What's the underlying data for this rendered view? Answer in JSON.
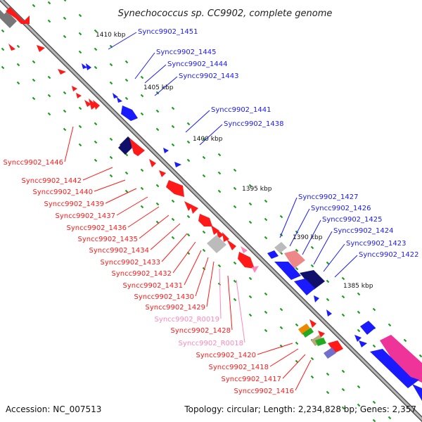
{
  "title": "Synechococcus sp. CC9902, complete genome",
  "footer": {
    "accession": "Accession: NC_007513",
    "topology": "Topology: circular; Length: 2,234,828 bp; Genes: 2,357"
  },
  "colors": {
    "forward_gene": "#1a1aff",
    "reverse_gene": "#ff1a1a",
    "rna_gene": "#ff88bb",
    "backbone": "#888888",
    "tick": "#229922"
  },
  "scale_labels": [
    "1410 kbp",
    "1405 kbp",
    "1400 kbp",
    "1395 kbp",
    "1390 kbp",
    "1385 kbp"
  ],
  "forward_labels": [
    "Syncc9902_1451",
    "Syncc9902_1445",
    "Syncc9902_1444",
    "Syncc9902_1443",
    "Syncc9902_1441",
    "Syncc9902_1438",
    "Syncc9902_1427",
    "Syncc9902_1426",
    "Syncc9902_1425",
    "Syncc9902_1424",
    "Syncc9902_1423",
    "Syncc9902_1422"
  ],
  "reverse_labels": [
    "Syncc9902_1446",
    "Syncc9902_1442",
    "Syncc9902_1440",
    "Syncc9902_1439",
    "Syncc9902_1437",
    "Syncc9902_1436",
    "Syncc9902_1435",
    "Syncc9902_1434",
    "Syncc9902_1433",
    "Syncc9902_1432",
    "Syncc9902_1431",
    "Syncc9902_1430",
    "Syncc9902_1429",
    "Syncc9902_R0019",
    "Syncc9902_1428",
    "Syncc9902_R0018",
    "Syncc9902_1420",
    "Syncc9902_1418",
    "Syncc9902_1417",
    "Syncc9902_1416"
  ]
}
